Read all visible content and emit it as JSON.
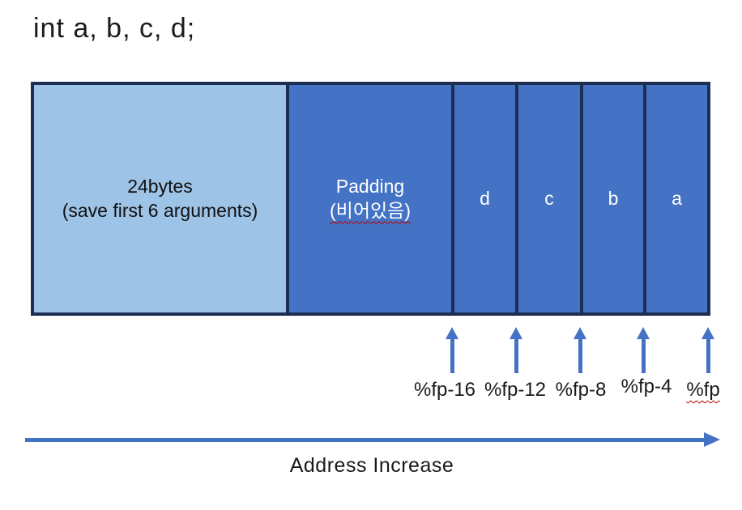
{
  "title": "int a, b, c, d;",
  "bar": {
    "segments": [
      {
        "name": "saved-arguments",
        "line1": "24bytes",
        "line2": "(save first 6 arguments)"
      },
      {
        "name": "padding",
        "line1": "Padding",
        "line2": "(비어있음)"
      },
      {
        "name": "var-d",
        "line1": "d"
      },
      {
        "name": "var-c",
        "line1": "c"
      },
      {
        "name": "var-b",
        "line1": "b"
      },
      {
        "name": "var-a",
        "line1": "a"
      }
    ]
  },
  "pointers": {
    "labels": [
      "%fp-16",
      "%fp-12",
      "%fp-8",
      "%fp-4",
      "%fp"
    ]
  },
  "axis": {
    "label": "Address Increase"
  },
  "colors": {
    "light_blue": "#9dc3e6",
    "mid_blue": "#4472c4",
    "border_navy": "#1c2e52",
    "arrow_blue": "#4472c4",
    "squiggle_red": "#c00000",
    "text_black": "#1a1a1a",
    "text_white": "#ffffff"
  }
}
